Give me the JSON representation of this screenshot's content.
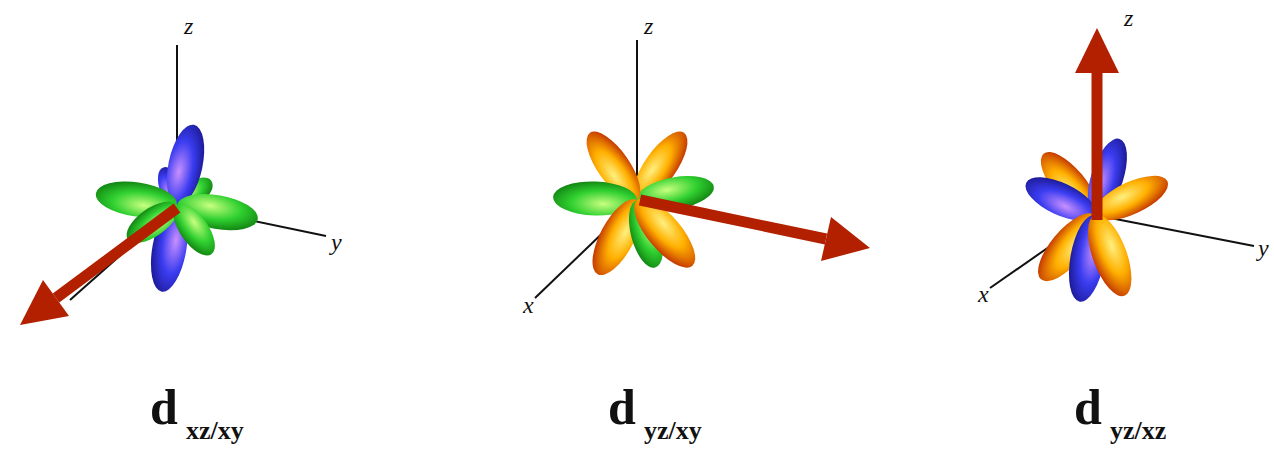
{
  "diagram": {
    "labels": [
      "z",
      "y",
      "d",
      "xz/xy",
      "z",
      "x",
      "d",
      "yz/xy",
      "z",
      "x",
      "y",
      "d",
      "yz/xz"
    ]
  }
}
